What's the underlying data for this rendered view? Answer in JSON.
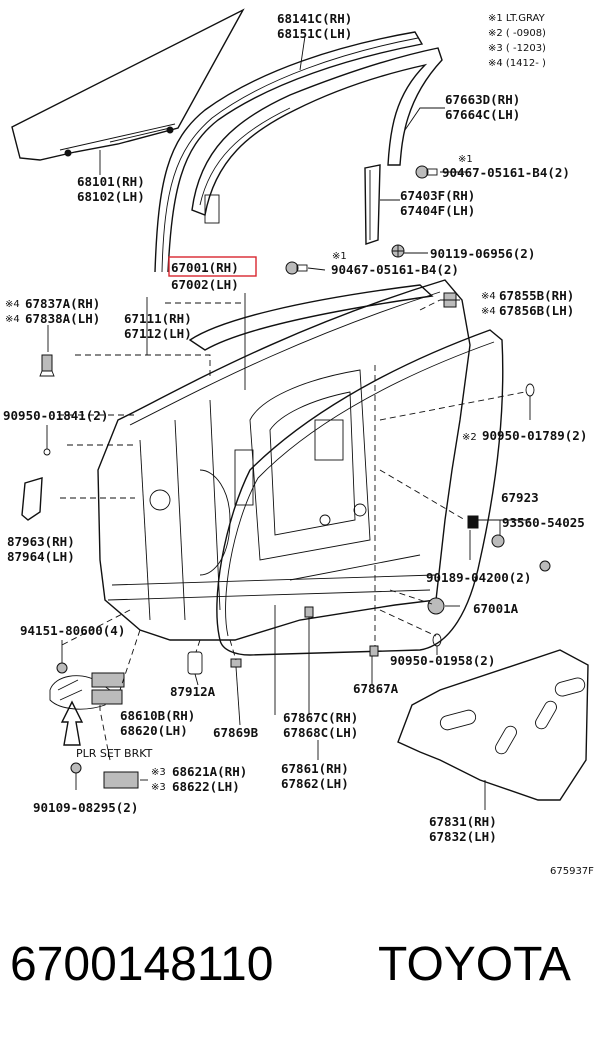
{
  "notes": {
    "n1": "※1 LT.GRAY",
    "n2": "※2 (      -0908)",
    "n3": "※3 (      -1203)",
    "n4": "※4 (1412-       )"
  },
  "labels": {
    "p68141c": "68141C(RH)",
    "p68151c": "68151C(LH)",
    "p67663d": "67663D(RH)",
    "p67664c": "67664C(LH)",
    "p68101": "68101(RH)",
    "p68102": "68102(LH)",
    "mark1a": "※1",
    "p90467a": "90467-05161-B4(2)",
    "p67403f": "67403F(RH)",
    "p67404f": "67404F(LH)",
    "mark1b": "※1",
    "p90119": "90119-06956(2)",
    "p67001": "67001(RH)",
    "p67002": "67002(LH)",
    "p90467b": "90467-05161-B4(2)",
    "mark4a": "※4",
    "p67837a": "67837A(RH)",
    "mark4b": "※4",
    "p67838a": "67838A(LH)",
    "p67111": "67111(RH)",
    "p67112": "67112(LH)",
    "mark4c": "※4",
    "p67855b": "67855B(RH)",
    "mark4d": "※4",
    "p67856b": "67856B(LH)",
    "p90950a": "90950-01841(2)",
    "mark2": "※2",
    "p90950b": "90950-01789(2)",
    "p67923": "67923",
    "p93560": "93560-54025",
    "p87963": "87963(RH)",
    "p87964": "87964(LH)",
    "p90189": "90189-04200(2)",
    "p67001a": "67001A",
    "p94151": "94151-80600(4)",
    "p90950c": "90950-01958(2)",
    "p87912a": "87912A",
    "p67867a": "67867A",
    "p68610b": "68610B(RH)",
    "p68620": "68620(LH)",
    "p67869b": "67869B",
    "p67867c": "67867C(RH)",
    "p67868c": "67868C(LH)",
    "plr": "PLR SET BRKT",
    "mark3a": "※3",
    "p68621a": "68621A(RH)",
    "mark3b": "※3",
    "p68622": "68622(LH)",
    "p67861": "67861(RH)",
    "p67862": "67862(LH)",
    "p90109": "90109-08295(2)",
    "p67831": "67831(RH)",
    "p67832": "67832(LH)",
    "figure_code": "675937F"
  },
  "caption": {
    "part_number": "6700148110",
    "brand": "TOYOTA"
  },
  "colors": {
    "highlight": "#d9262f",
    "line": "#111111"
  }
}
